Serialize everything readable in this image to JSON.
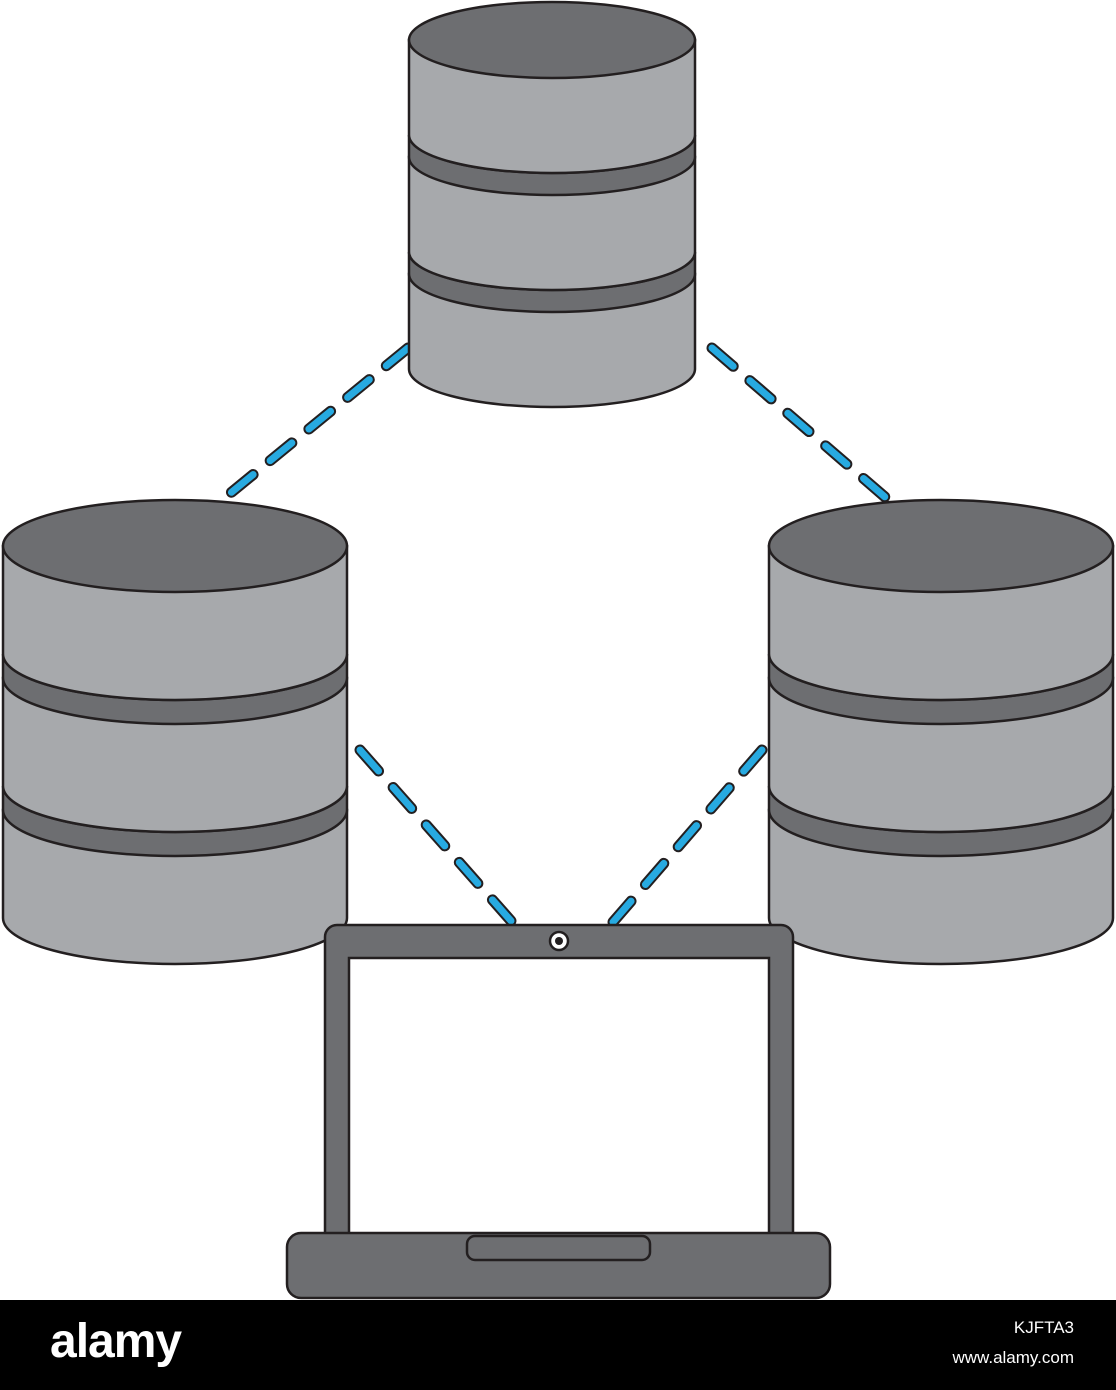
{
  "diagram": {
    "nodes": [
      {
        "id": "database-top",
        "icon": "database-icon"
      },
      {
        "id": "database-left",
        "icon": "database-icon"
      },
      {
        "id": "database-right",
        "icon": "database-icon"
      },
      {
        "id": "laptop",
        "icon": "laptop-icon"
      }
    ],
    "edges": [
      {
        "from": "database-top",
        "to": "database-left",
        "style": "dashed"
      },
      {
        "from": "database-top",
        "to": "database-right",
        "style": "dashed"
      },
      {
        "from": "database-left",
        "to": "laptop",
        "style": "dashed"
      },
      {
        "from": "database-right",
        "to": "laptop",
        "style": "dashed"
      }
    ]
  },
  "colors": {
    "background": "#ffffff",
    "cylinder_top": "#6d6e71",
    "cylinder_body": "#a7a9ac",
    "cylinder_band": "#6d6e71",
    "outline": "#231f20",
    "connector": "#27aae1",
    "laptop_frame": "#6d6e71",
    "screen": "#ffffff",
    "footer": "#000000"
  },
  "watermark": {
    "logo": "alamy",
    "image_id": "KJFTA3",
    "url": "www.alamy.com"
  }
}
